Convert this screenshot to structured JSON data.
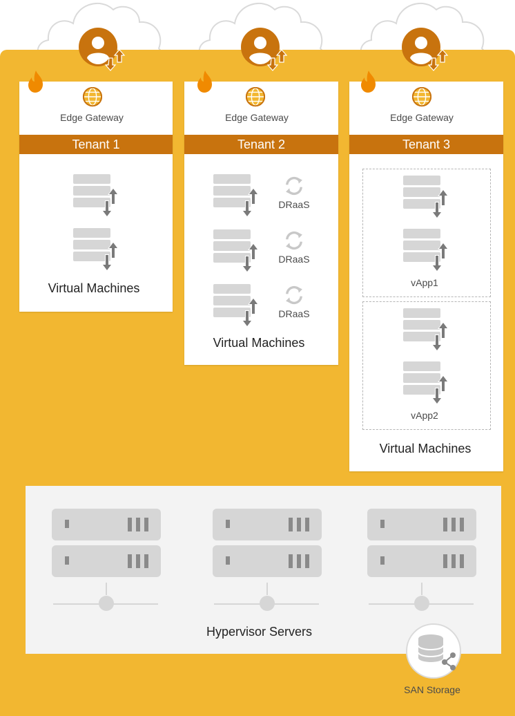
{
  "colors": {
    "background": "#F2B731",
    "tenant_band": "#C8730E",
    "accent": "#C8730E",
    "fire": "#F08A00",
    "server_gray": "#D6D6D6",
    "arrow_gray": "#7A7A7A",
    "panel": "#F3F3F3"
  },
  "icons": [
    "cloud-icon",
    "user-icon",
    "fire-icon",
    "edge-gateway-icon",
    "vm-stack-icon",
    "sync-icon",
    "server-rack-icon",
    "database-icon"
  ],
  "tenants": [
    {
      "gateway_label": "Edge Gateway",
      "name": "Tenant 1",
      "vm_label": "Virtual Machines"
    },
    {
      "gateway_label": "Edge Gateway",
      "name": "Tenant 2",
      "vm_label": "Virtual Machines",
      "draas": [
        "DRaaS",
        "DRaaS",
        "DRaaS"
      ]
    },
    {
      "gateway_label": "Edge Gateway",
      "name": "Tenant 3",
      "vm_label": "Virtual Machines",
      "vapps": [
        "vApp1",
        "vApp2"
      ]
    }
  ],
  "hypervisor": {
    "label": "Hypervisor Servers"
  },
  "storage": {
    "label": "SAN Storage"
  }
}
